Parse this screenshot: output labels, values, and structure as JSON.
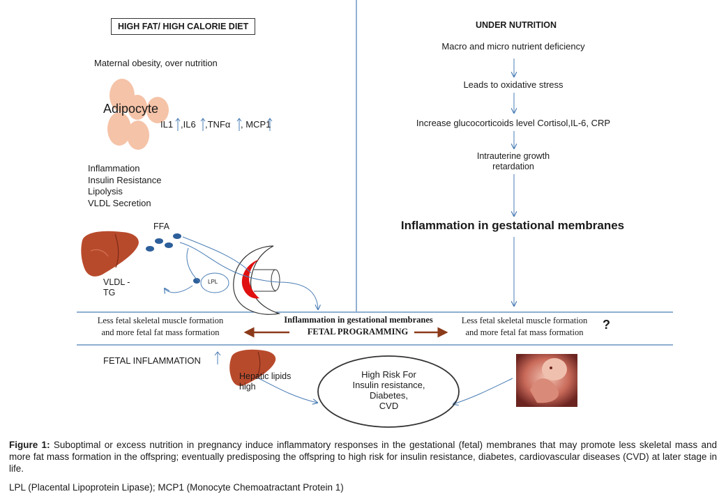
{
  "left": {
    "title": "HIGH FAT/ HIGH CALORIE DIET",
    "obesity": "Maternal obesity, over nutrition",
    "adipocyte": "Adipocyte",
    "markers": [
      "IL1",
      ",IL6",
      ",TNFα",
      ", MCP1"
    ],
    "effects": [
      "Inflammation",
      "Insulin Resistance",
      "Lipolysis",
      "VLDL Secretion"
    ],
    "ffa": "FFA",
    "lpl": "LPL",
    "vldl": "VLDL -\nTG"
  },
  "right": {
    "title": "UNDER NUTRITION",
    "steps": [
      "Macro and micro nutrient deficiency",
      "Leads to oxidative stress",
      "Increase glucocorticoids level Cortisol,IL-6, CRP",
      "Intrauterine  growth\nretardation"
    ],
    "inflammation": "Inflammation in gestational membranes"
  },
  "band": {
    "left_text": "Less fetal skeletal muscle formation\nand more fetal fat mass formation",
    "center_title": "Inflammation in gestational membranes",
    "center_sub": "FETAL  PROGRAMMING",
    "right_text": "Less fetal skeletal muscle formation\nand more fetal fat mass formation",
    "question": "?"
  },
  "bottom": {
    "fetal_inflammation": "FETAL INFLAMMATION",
    "hepatic": "Hepatic lipids\nhigh",
    "risk": "High Risk For\nInsulin resistance,\nDiabetes,\nCVD"
  },
  "caption": {
    "label": "Figure 1:",
    "text": " Suboptimal or excess nutrition in pregnancy induce inflammatory responses in the gestational (fetal) membranes that may promote less skeletal mass and more  fat mass formation in the offspring; eventually predisposing the offspring to high risk for insulin resistance, diabetes, cardiovascular diseases (CVD) at later stage in life.",
    "abbrev": "LPL (Placental Lipoprotein Lipase); MCP1 (Monocyte Chemoatractant Protein 1)"
  },
  "colors": {
    "blue_line": "#4a7db5",
    "brown_arrow": "#8b3a1a",
    "adipocyte": "#f5c3a8",
    "liver": "#b84a2c",
    "ffa_dot": "#2d5f9a",
    "placenta_red": "#e01010"
  },
  "icons": [
    "liver-icon",
    "fetus-image",
    "placenta-icon",
    "up-arrow-icon"
  ]
}
